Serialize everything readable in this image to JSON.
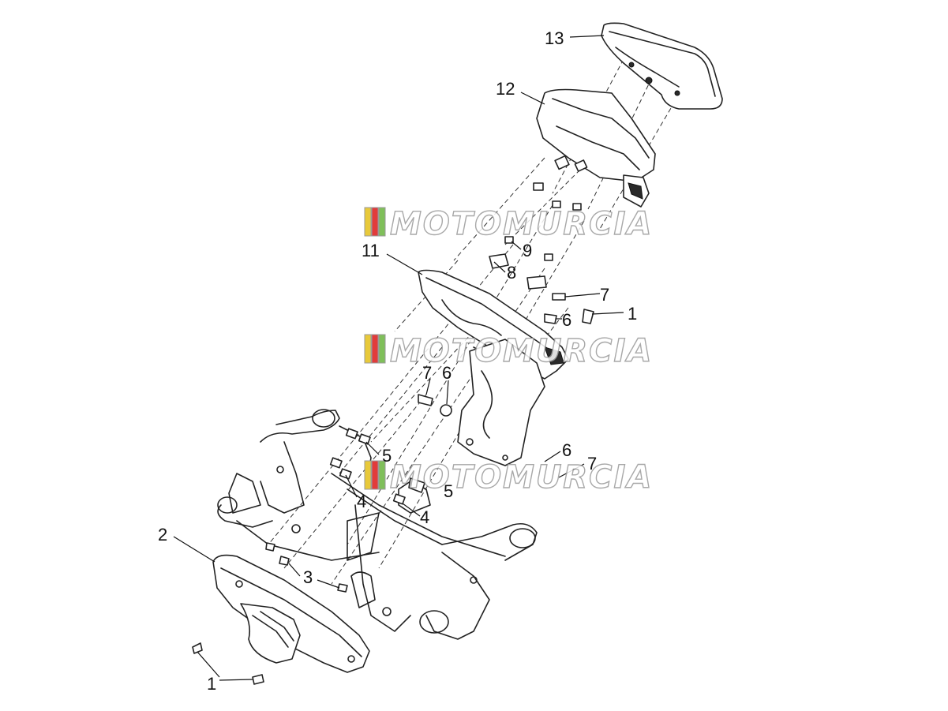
{
  "watermark": {
    "text": "MOTOMURCIA",
    "stripe_colors": [
      "#e8c93a",
      "#e23b3b",
      "#7fbf5a"
    ]
  },
  "callouts": [
    {
      "id": "c13",
      "label": "13"
    },
    {
      "id": "c12",
      "label": "12"
    },
    {
      "id": "c11",
      "label": "11"
    },
    {
      "id": "c9",
      "label": "9"
    },
    {
      "id": "c8",
      "label": "8"
    },
    {
      "id": "c7a",
      "label": "7"
    },
    {
      "id": "c1a",
      "label": "1"
    },
    {
      "id": "c6a",
      "label": "6"
    },
    {
      "id": "c7b",
      "label": "7"
    },
    {
      "id": "c6b",
      "label": "6"
    },
    {
      "id": "c5a",
      "label": "5"
    },
    {
      "id": "c6c",
      "label": "6"
    },
    {
      "id": "c7c",
      "label": "7"
    },
    {
      "id": "c4a",
      "label": "4"
    },
    {
      "id": "c5b",
      "label": "5"
    },
    {
      "id": "c4b",
      "label": "4"
    },
    {
      "id": "c2",
      "label": "2"
    },
    {
      "id": "c3",
      "label": "3"
    },
    {
      "id": "c1b",
      "label": "1"
    }
  ]
}
